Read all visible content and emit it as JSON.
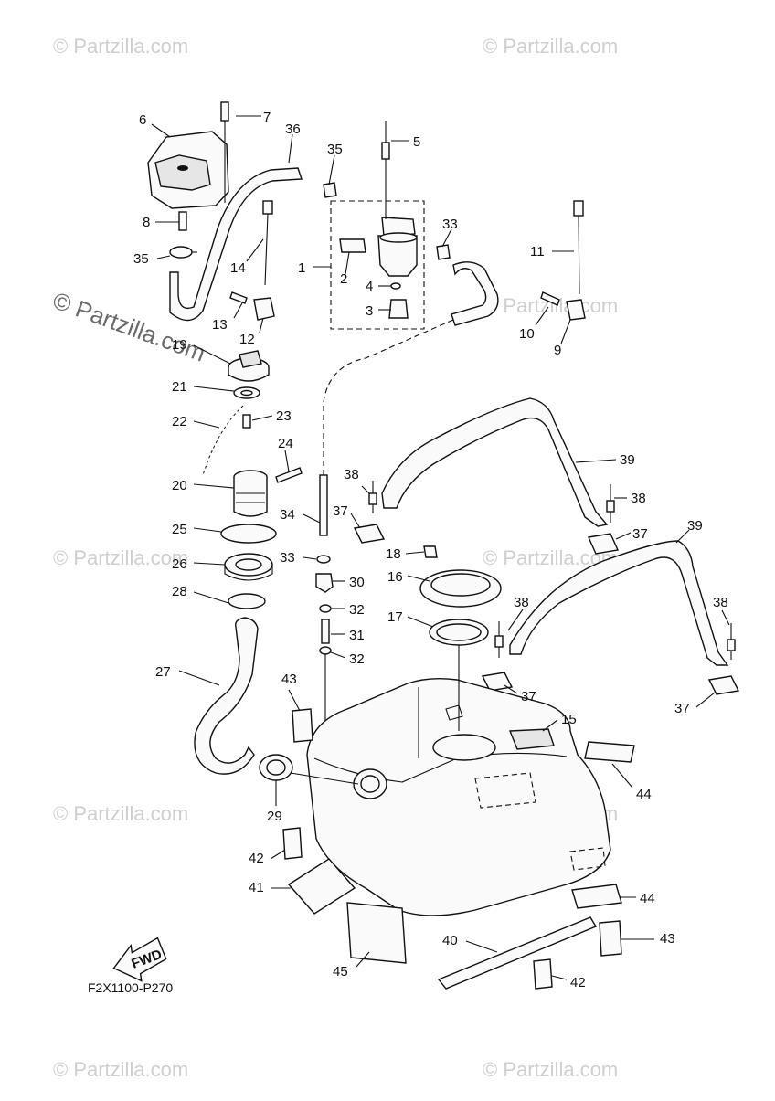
{
  "watermark": {
    "text": "© Partzilla.com",
    "feature_text": "© Partzilla.com"
  },
  "diagram": {
    "code": "F2X1100-P270",
    "fwd_label": "FWD",
    "callouts": [
      "1",
      "2",
      "3",
      "4",
      "5",
      "6",
      "7",
      "8",
      "9",
      "10",
      "11",
      "12",
      "13",
      "14",
      "15",
      "16",
      "17",
      "18",
      "19",
      "20",
      "21",
      "22",
      "23",
      "24",
      "25",
      "26",
      "27",
      "28",
      "29",
      "30",
      "31",
      "32",
      "32",
      "33",
      "33",
      "34",
      "35",
      "35",
      "36",
      "37",
      "37",
      "37",
      "37",
      "38",
      "38",
      "38",
      "38",
      "39",
      "39",
      "40",
      "41",
      "42",
      "42",
      "43",
      "43",
      "44",
      "44",
      "45"
    ]
  }
}
